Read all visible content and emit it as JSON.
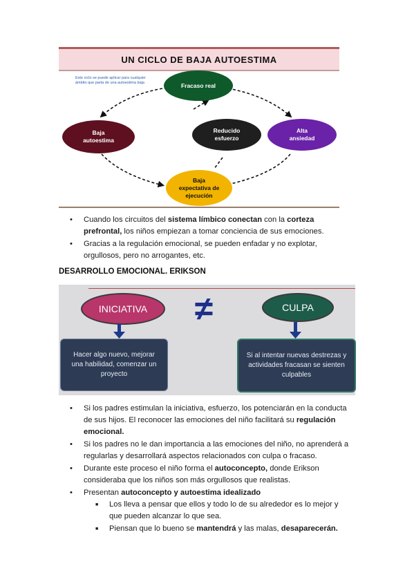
{
  "figure1": {
    "title": "UN CICLO DE  BAJA   AUTOESTIMA",
    "note": "Este ciclo se puede aplicar para cualquier ámbito que parta de una autoestima baja",
    "nodes": {
      "fracaso": "Fracaso real",
      "baja_autoestima": "Baja autoestima",
      "reducido": "Reducido esfuerzo",
      "alta": "Alta ansiedad",
      "expectativa": "Baja expectativa de ejecución"
    },
    "colors": {
      "fracaso": "#0f5a2a",
      "baja": "#5e1020",
      "reducido": "#1f1f1f",
      "alta": "#6a22a8",
      "expectativa": "#f2b400"
    }
  },
  "bullets1": [
    {
      "parts": [
        "Cuando los circuitos del ",
        "sistema límbico conectan",
        " con la ",
        "corteza prefrontal,",
        " los niños empiezan a tomar conciencia de sus emociones."
      ]
    },
    {
      "text": "Gracias a la regulación emocional, se pueden enfadar y no explotar, orgullosos, pero no arrogantes, etc."
    }
  ],
  "heading": "DESARROLLO EMOCIONAL. ERIKSON",
  "figure2": {
    "left_label": "INICIATIVA",
    "right_label": "CULPA",
    "symbol": "≠",
    "left_box": "Hacer algo nuevo, mejorar una habilidad, comenzar un proyecto",
    "right_box": "Si al intentar nuevas destrezas y actividades fracasan se sienten culpables"
  },
  "bullets2": [
    {
      "a": "Si los padres estimulan la iniciativa, esfuerzo, los potenciarán en la conducta de sus hijos. El reconocer las emociones del niño facilitará su ",
      "b": "regulación emocional."
    },
    {
      "a": "Si los padres no le dan importancia a las emociones del niño, no aprenderá a regularlas y desarrollará aspectos relacionados con culpa o fracaso."
    },
    {
      "a": "Durante este proceso el niño forma el ",
      "b": "autoconcepto,",
      "c": " donde Erikson consideraba que los niños son más orgullosos que realistas."
    },
    {
      "a": "Presentan ",
      "b": "autoconcepto y autoestima idealizado"
    }
  ],
  "subbullets": [
    {
      "a": "Los lleva a pensar que ellos y todo lo de su alrededor es lo mejor y que pueden alcanzar lo que sea."
    },
    {
      "a": "Piensan que lo bueno se ",
      "b": "mantendrá",
      "c": " y las malas, ",
      "d": "desaparecerán."
    }
  ]
}
